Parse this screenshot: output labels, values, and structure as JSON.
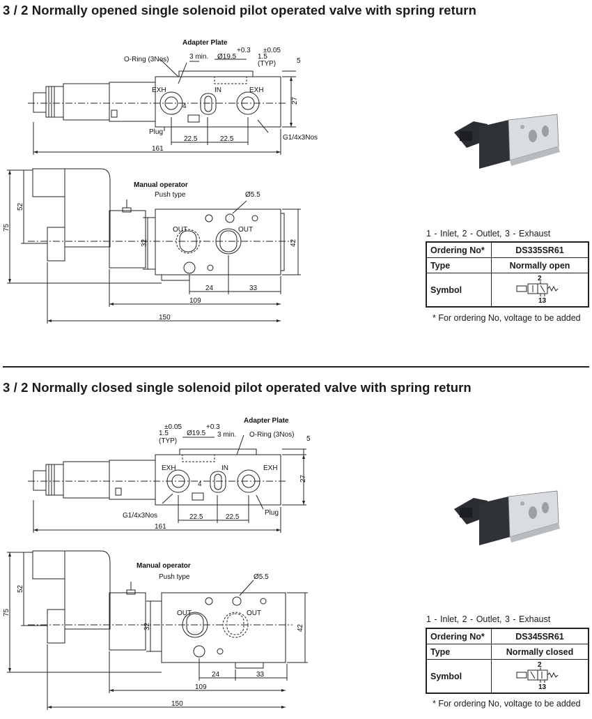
{
  "sections": [
    {
      "title": "3 / 2 Normally opened single solenoid pilot operated valve with spring return",
      "top_view": {
        "labels": {
          "adapter_plate": "Adapter Plate",
          "oring": "O-Ring (3Nos)",
          "min3": "3 min.",
          "dia": "Ø19.5",
          "dia_tol": "+0.3",
          "d15": "1.5",
          "d15_tol": "±0.05",
          "typ": "(TYP)",
          "d5": "5",
          "exh_left": "EXH",
          "in": "IN",
          "exh_right": "EXH",
          "port4": "4",
          "d27": "27",
          "plug": "Plug",
          "thread": "G1/4x3Nos",
          "d225a": "22.5",
          "d225b": "22.5",
          "d161": "161"
        }
      },
      "side_view": {
        "labels": {
          "manual_operator": "Manual operator",
          "push_type": "Push type",
          "d55": "Ø5.5",
          "d52": "52",
          "d75": "75",
          "out_left": "OUT",
          "out_right": "OUT",
          "d32": "32",
          "d42": "42",
          "d24": "24",
          "d33": "33",
          "d109": "109",
          "d150": "150"
        }
      },
      "legend": "1 - Inlet,   2 - Outlet,   3 - Exhaust",
      "table": {
        "ordering_label": "Ordering No*",
        "ordering_value": "DS335SR61",
        "type_label": "Type",
        "type_value": "Normally open",
        "symbol_label": "Symbol",
        "symbol_top": "2",
        "symbol_bottom": "13"
      },
      "note": "* For ordering No, voltage to be added"
    },
    {
      "title": "3 / 2 Normally closed single solenoid pilot operated valve with spring return",
      "top_view": {
        "labels": {
          "adapter_plate": "Adapter Plate",
          "oring": "O-Ring (3Nos)",
          "min3": "3 min.",
          "dia": "Ø19.5",
          "dia_tol": "+0.3",
          "d15": "1.5",
          "d15_tol": "±0.05",
          "typ": "(TYP)",
          "d5": "5",
          "exh_left": "EXH",
          "in": "IN",
          "exh_right": "EXH",
          "port4": "4",
          "d27": "27",
          "plug": "Plug",
          "thread": "G1/4x3Nos",
          "d225a": "22.5",
          "d225b": "22.5",
          "d161": "161"
        }
      },
      "side_view": {
        "labels": {
          "manual_operator": "Manual operator",
          "push_type": "Push type",
          "d55": "Ø5.5",
          "d52": "52",
          "d75": "75",
          "out_left": "OUT",
          "out_right": "OUT",
          "d32": "32",
          "d42": "42",
          "d24": "24",
          "d33": "33",
          "d109": "109",
          "d150": "150"
        }
      },
      "legend": "1 - Inlet,   2 - Outlet,   3 - Exhaust",
      "table": {
        "ordering_label": "Ordering No*",
        "ordering_value": "DS345SR61",
        "type_label": "Type",
        "type_value": "Normally closed",
        "symbol_label": "Symbol",
        "symbol_top": "2",
        "symbol_bottom": "13"
      },
      "note": "* For ordering No, voltage to be added"
    }
  ]
}
